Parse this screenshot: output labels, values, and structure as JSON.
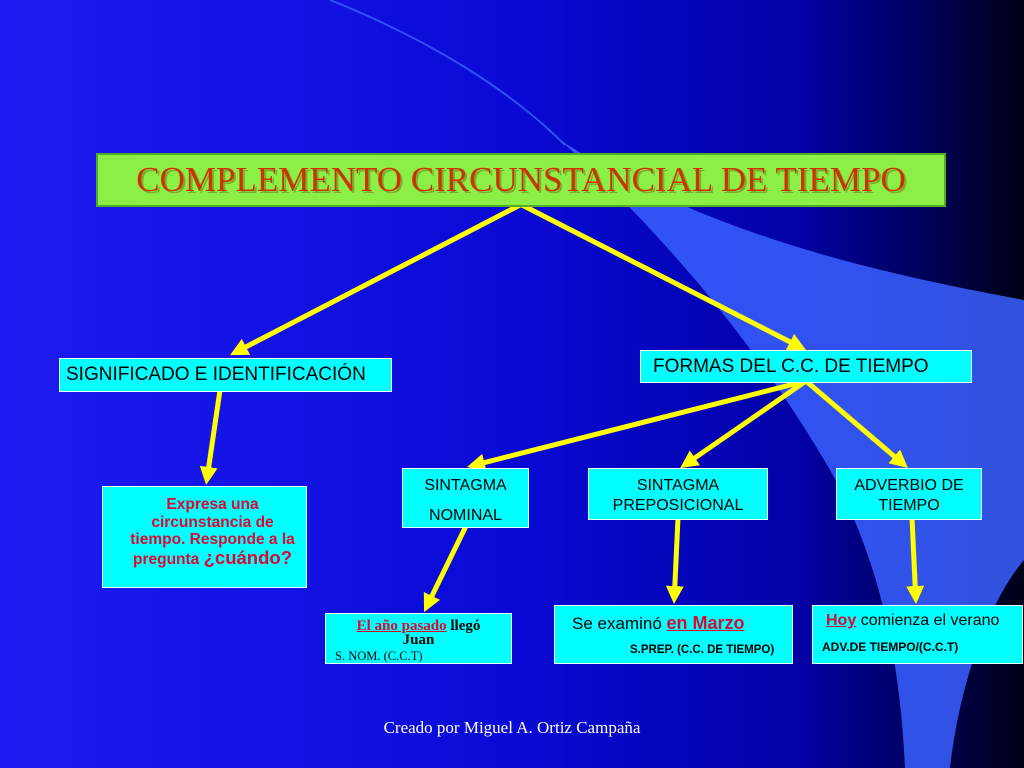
{
  "colors": {
    "bg_left": "#1c1cf2",
    "bg_mid": "#0a0ad6",
    "bg_dark": "#0101a6",
    "bg_deep": "#000050",
    "bg_right": "#000015",
    "swoosh": "#3a60ff",
    "title_box": "#8cef46",
    "title_border": "#4fae22",
    "title_text": "#cc3300",
    "box_fill": "#00ffff",
    "box_border": "#e6ffff",
    "arrow": "#ffff00",
    "highlight_red": "#dc0a32",
    "body_text": "#000000",
    "footer_text": "#ffffff"
  },
  "title": "COMPLEMENTO CIRCUNSTANCIAL DE TIEMPO",
  "significado": {
    "label": "SIGNIFICADO E IDENTIFICACIÓN",
    "definicion": {
      "lines": [
        "Expresa una",
        "circunstancia de",
        "tiempo. Responde a la"
      ],
      "last_line_prefix": "pregunta",
      "question": "¿cuándo?"
    }
  },
  "formas": {
    "label": "FORMAS DEL C.C. DE TIEMPO",
    "tipos": [
      {
        "line1": "SINTAGMA",
        "line2": "NOMINAL",
        "ejemplo": {
          "highlight": "El año pasado",
          "rest": "llegó",
          "rest_line2": "Juan",
          "analisis": "S. NOM. (C.C.T)"
        }
      },
      {
        "line1": "SINTAGMA",
        "line2": "PREPOSICIONAL",
        "ejemplo": {
          "before": "Se examinó",
          "highlight": "en Marzo",
          "analisis": "S.PREP. (C.C. DE TIEMPO)"
        }
      },
      {
        "line1": "ADVERBIO DE",
        "line2": "TIEMPO",
        "ejemplo": {
          "highlight": "Hoy",
          "after": "comienza el verano",
          "analisis": "ADV.DE TIEMPO/(C.C.T)"
        }
      }
    ]
  },
  "footer": "Creado por Miguel A. Ortiz Campaña"
}
